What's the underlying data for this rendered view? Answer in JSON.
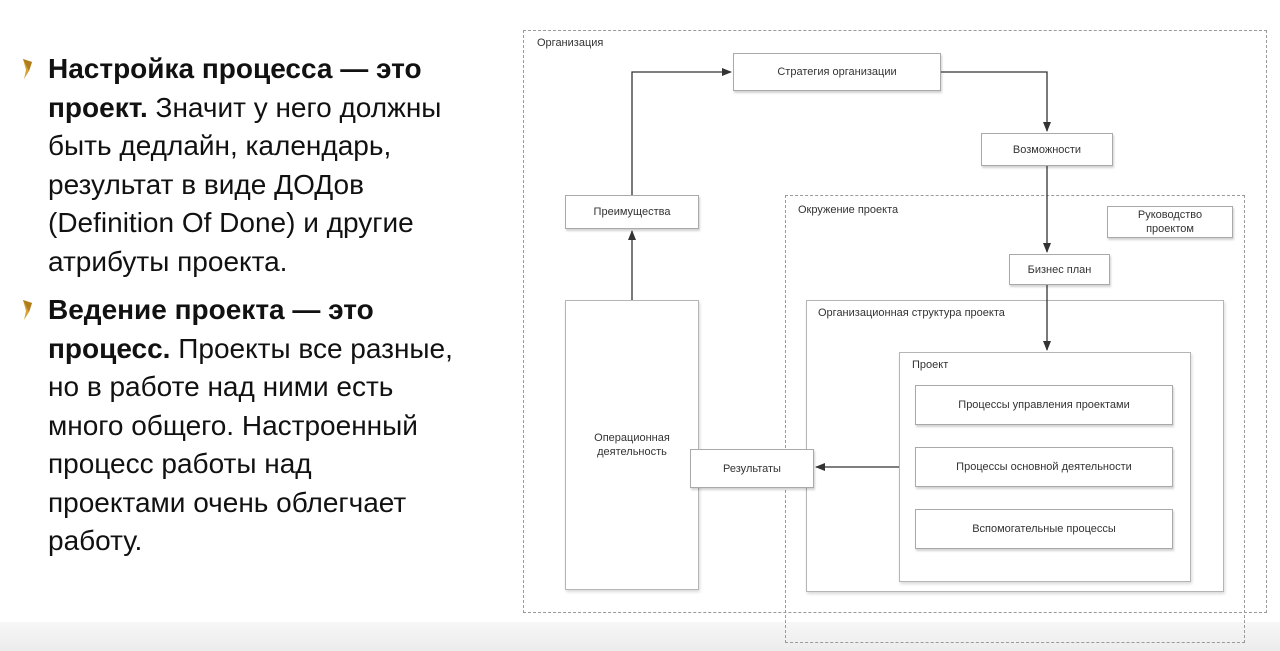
{
  "bullets": [
    {
      "lines": [
        {
          "bold": "Настройка процесса — это",
          "text": ""
        },
        {
          "bold": "проект.",
          "text": " Значит у него должны"
        },
        {
          "bold": "",
          "text": "быть дедлайн, календарь,"
        },
        {
          "bold": "",
          "text": "результат в виде ДОДов"
        },
        {
          "bold": "",
          "text": "(Definition Of Done) и другие"
        },
        {
          "bold": "",
          "text": "атрибуты проекта."
        }
      ]
    },
    {
      "lines": [
        {
          "bold": "Ведение проекта — это",
          "text": ""
        },
        {
          "bold": "процесс.",
          "text": " Проекты все разные,"
        },
        {
          "bold": "",
          "text": "но в работе над ними есть"
        },
        {
          "bold": "",
          "text": "много общего. Настроенный"
        },
        {
          "bold": "",
          "text": "процесс работы над"
        },
        {
          "bold": "",
          "text": "проектами очень облегчает"
        },
        {
          "bold": "",
          "text": "работу."
        }
      ]
    }
  ],
  "diagram": {
    "organization": "Организация",
    "strategy": "Стратегия организации",
    "opportunities": "Возможности",
    "advantages": "Преимущества",
    "project_environment": "Окружение проекта",
    "project_management": "Руководство проектом",
    "business_plan": "Бизнес план",
    "org_structure": "Организационная структура проекта",
    "project": "Проект",
    "pm_processes": "Процессы управления проектами",
    "core_processes": "Процессы основной деятельности",
    "support_processes": "Вспомогательные процессы",
    "operations": "Операционная деятельность",
    "results": "Результаты"
  },
  "colors": {
    "bullet_marker": "#d4a237",
    "line": "#333333",
    "border": "#a9a9a9"
  }
}
